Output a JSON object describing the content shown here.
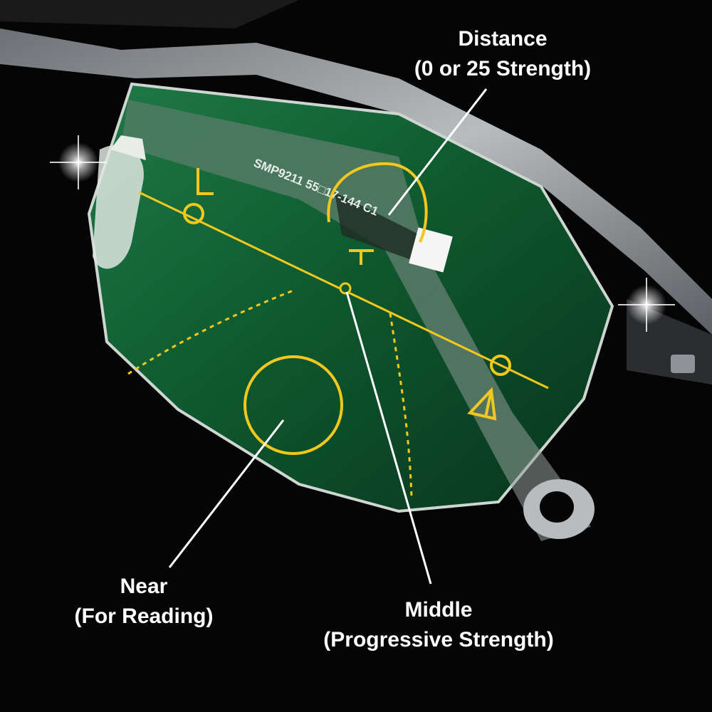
{
  "labels": {
    "distance": {
      "title": "Distance",
      "subtitle": "(0 or 25 Strength)"
    },
    "near": {
      "title": "Near",
      "subtitle": "(For Reading)"
    },
    "middle": {
      "title": "Middle",
      "subtitle": "(Progressive Strength)"
    }
  },
  "frame_engraving": "SMP9211 55□17-144  C1",
  "colors": {
    "background": "#050505",
    "lens_tint": "#0f5a30",
    "frame_metal": "#8f9296",
    "guide_marks": "#f2c81e",
    "label_text": "#ffffff",
    "pointer_lines": "#ffffff"
  }
}
